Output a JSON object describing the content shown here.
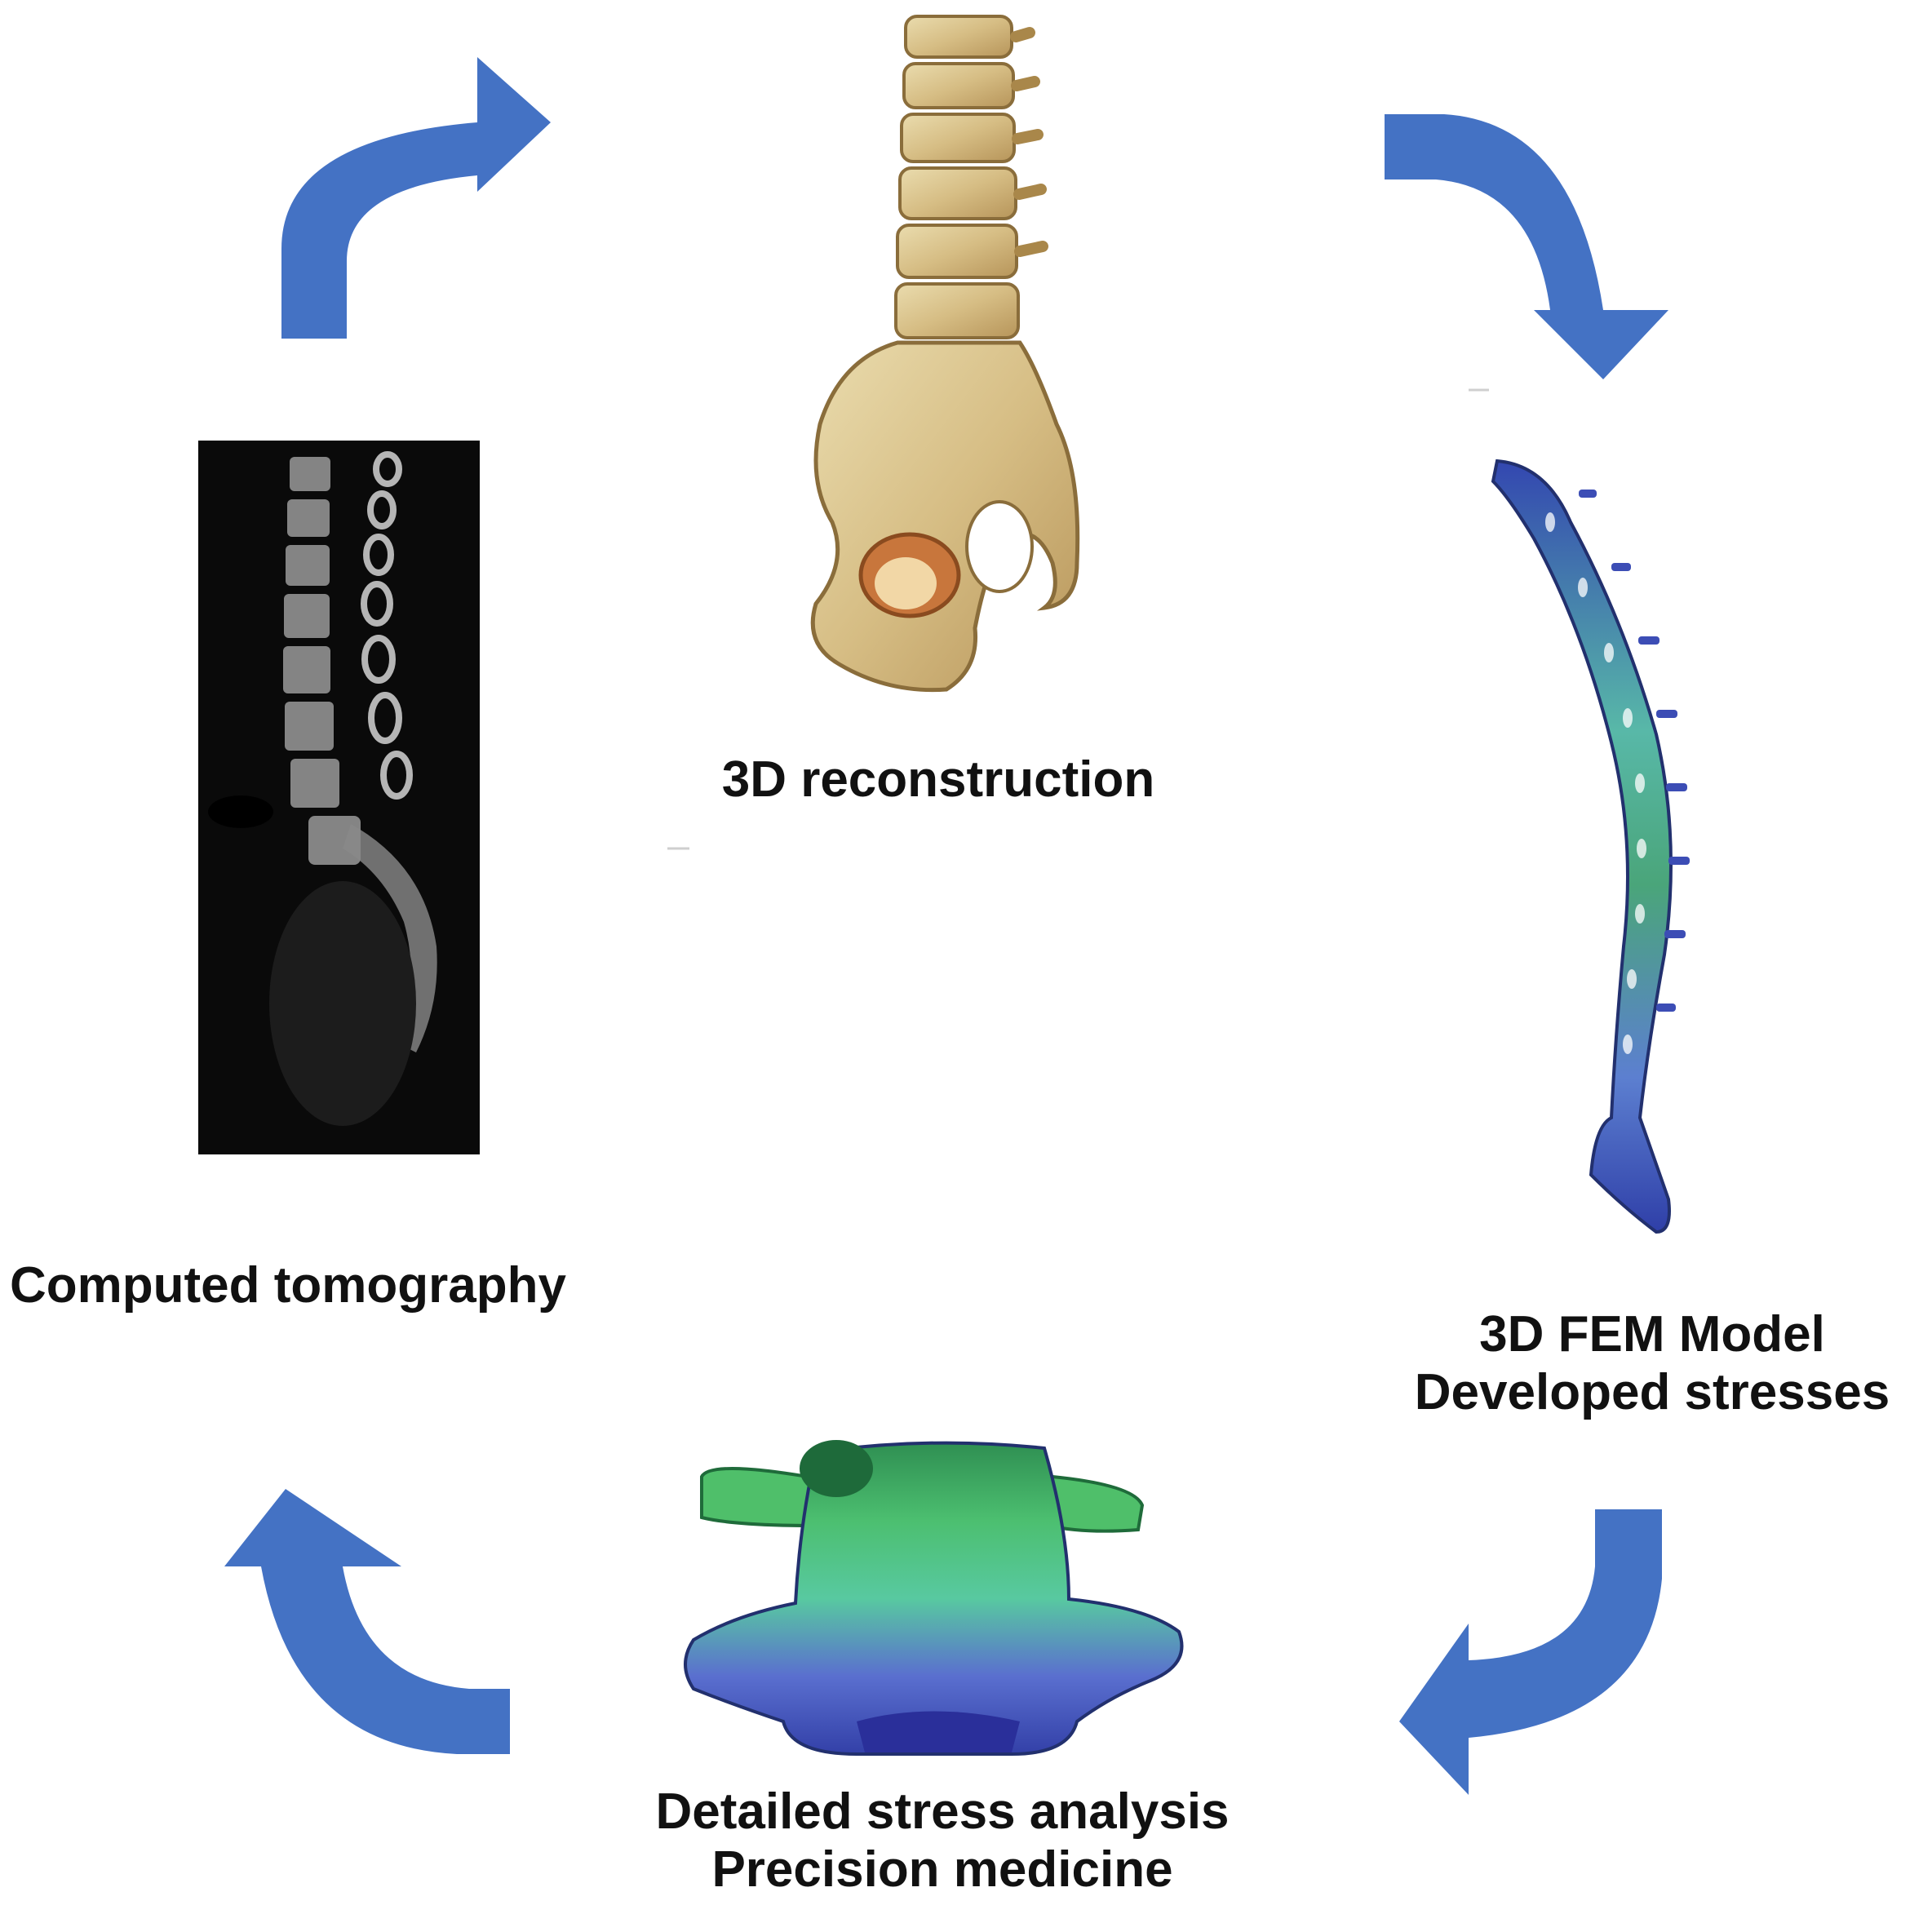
{
  "stages": {
    "reconstruction": {
      "label": "3D reconstruction"
    },
    "ct": {
      "label": "Computed tomography"
    },
    "fem": {
      "line1": "3D FEM Model",
      "line2": "Developed stresses"
    },
    "analysis": {
      "line1": "Detailed stress analysis",
      "line2": "Precision medicine"
    }
  },
  "colors": {
    "arrow": "#4472C4",
    "ct_background": "#0a0a0a",
    "bone": "#d9c28a",
    "fem_dark": "#3b4fb8",
    "fem_light": "#5fc9b0",
    "fem_green": "#4fbf6a"
  },
  "icons": {
    "spine_pelvis_render": "3d-spine-pelvis-render",
    "ct_scan": "ct-scan-image",
    "fem_spine": "fem-spine-model",
    "vertebra_stress": "vertebra-stress-map",
    "cycle_arrows": "curved-arrow"
  }
}
